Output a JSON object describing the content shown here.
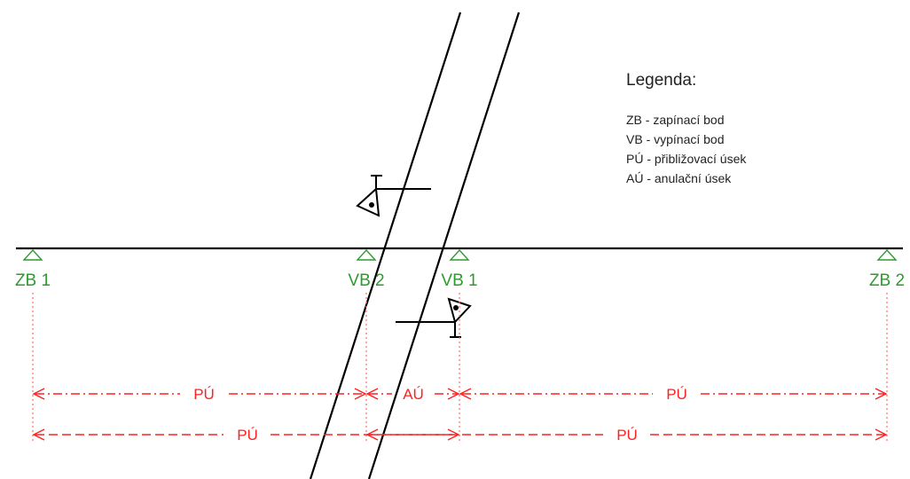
{
  "legend": {
    "title": "Legenda:",
    "items": [
      "ZB - zapínací bod",
      "VB - vypínací bod",
      "PÚ - přibližovací úsek",
      "AÚ - anulační úsek"
    ]
  },
  "points": {
    "zb1": "ZB 1",
    "vb2": "VB 2",
    "vb1": "VB 1",
    "zb2": "ZB 2"
  },
  "sections": {
    "row1": [
      "PÚ",
      "AÚ",
      "PÚ"
    ],
    "row2": [
      "PÚ",
      "PÚ"
    ]
  },
  "colors": {
    "track": "#000000",
    "points": "#2e9b2e",
    "sections": "#ff2020"
  }
}
